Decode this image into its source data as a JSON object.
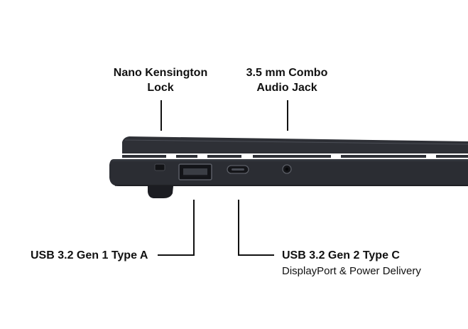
{
  "labels": {
    "kensington": {
      "line1": "Nano Kensington",
      "line2": "Lock"
    },
    "audio": {
      "line1": "3.5 mm Combo",
      "line2": "Audio Jack"
    },
    "usb_a": {
      "title": "USB 3.2 Gen 1 Type A"
    },
    "usb_c": {
      "title": "USB 3.2 Gen 2 Type C",
      "subtitle": "DisplayPort & Power Delivery"
    }
  },
  "colors": {
    "text": "#111111",
    "body": "#2b2d33",
    "body_dark": "#1c1d22",
    "leader_line": "#111111",
    "background": "#ffffff"
  }
}
